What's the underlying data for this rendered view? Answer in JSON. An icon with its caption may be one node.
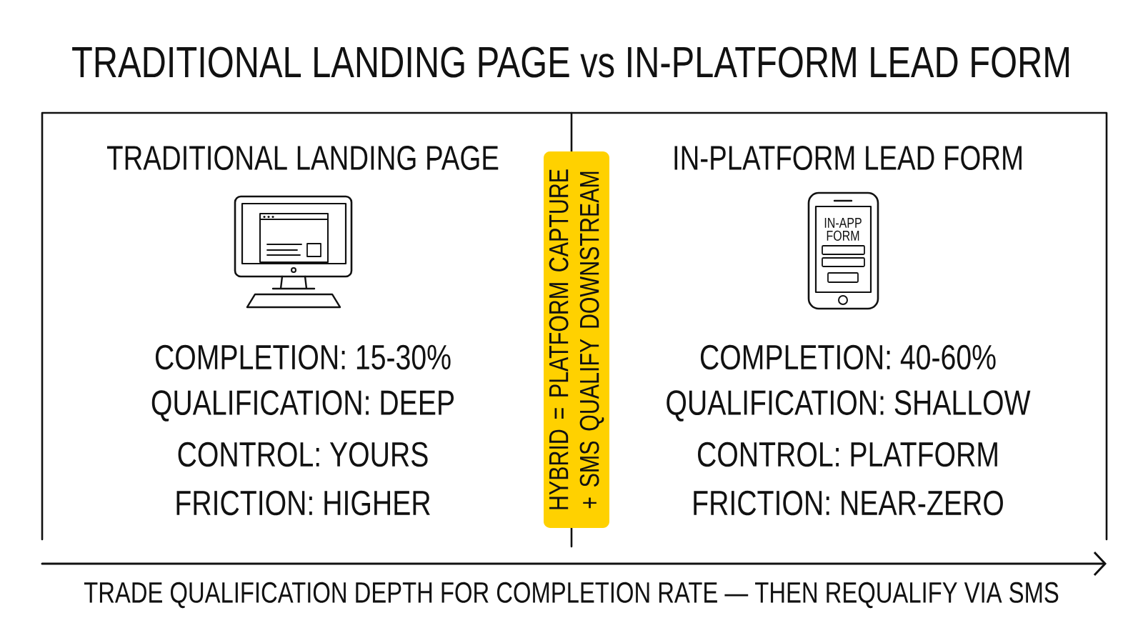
{
  "diagram": {
    "title": "TRADITIONAL LANDING PAGE vs IN-PLATFORM LEAD FORM",
    "caption": "TRADE QUALIFICATION DEPTH FOR COMPLETION RATE — THEN REQUALIFY VIA SMS",
    "nodes": [
      {
        "text": [
          "TRADITIONAL LANDING PAGE",
          "COMPLETION: 15-30%",
          "QUALIFICATION: DEEP",
          "CONTROL: YOURS",
          "FRICTION: HIGHER"
        ]
      },
      {
        "text": [
          "HYBRID = PLATFORM CAPTURE + SMS QUALIFY DOWNSTREAM"
        ]
      },
      {
        "text": [
          "IN-PLATFORM LEAD FORM",
          "COMPLETION: 40-60%",
          "QUALIFICATION: SHALLOW",
          "CONTROL: PLATFORM",
          "FRICTION: NEAR-ZERO"
        ]
      }
    ],
    "labels": [
      "IN-APP FORM"
    ]
  }
}
